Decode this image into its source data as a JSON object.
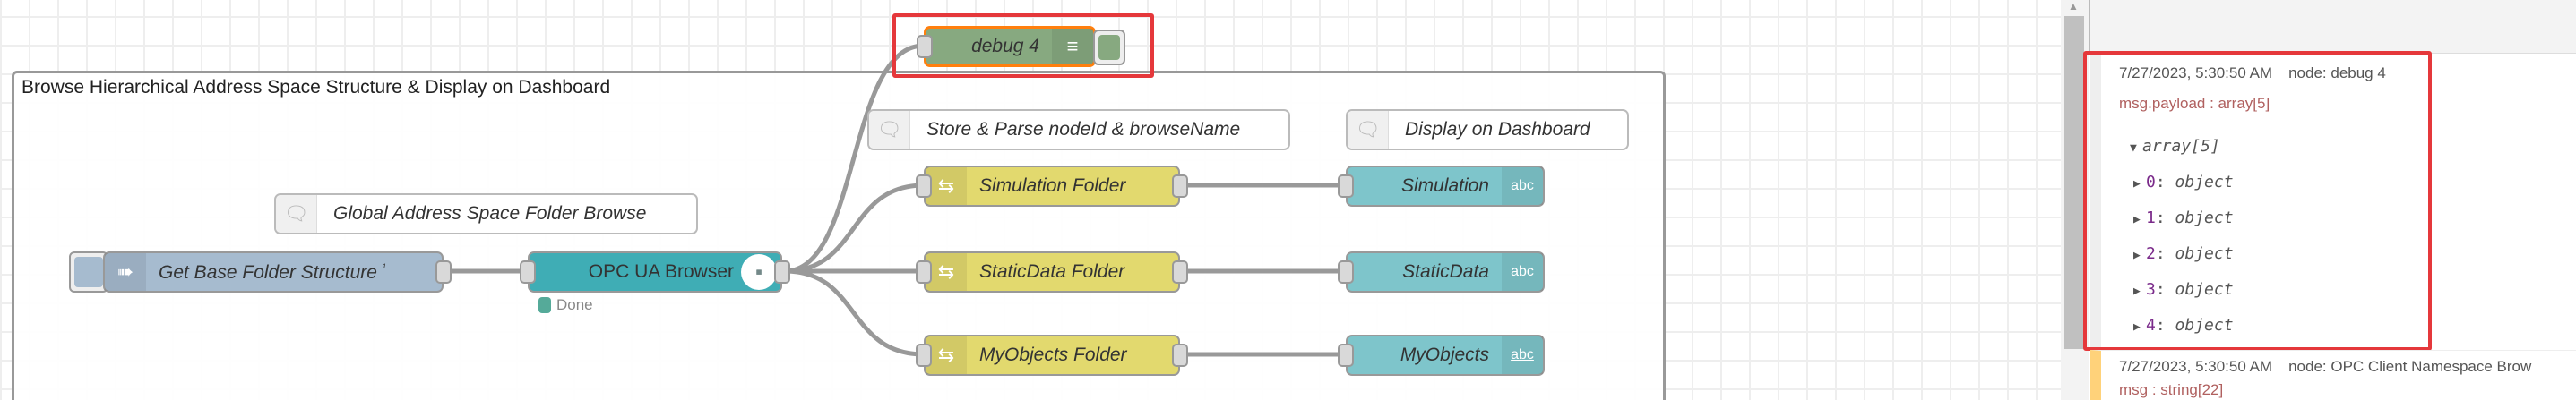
{
  "flow": {
    "group_title": "Browse Hierarchical Address Space Structure & Display on Dashboard",
    "comments": [
      "Global Address Space Folder Browse",
      "Store & Parse nodeId & browseName",
      "Display on Dashboard"
    ],
    "inject": {
      "label": "Get Base Folder Structure",
      "suffix": "¹",
      "icon": "arrow-right-icon"
    },
    "browser": {
      "label": "OPC UA Browser",
      "status": "Done",
      "status_color": "#5a9"
    },
    "debug": {
      "label": "debug 4",
      "icon": "list-icon"
    },
    "change_nodes": [
      "Simulation Folder",
      "StaticData Folder",
      "MyObjects Folder"
    ],
    "text_nodes": [
      "Simulation",
      "StaticData",
      "MyObjects"
    ],
    "text_icon": "abc"
  },
  "colors": {
    "inject": "#a6bbcf",
    "browser": "#3fadb5",
    "debug": "#87a980",
    "change": "#e2d96e",
    "text": "#7ec5cb",
    "highlight": "#e5383b",
    "selected": "#ff7f0e"
  },
  "debug_panel": {
    "messages": [
      {
        "time": "7/27/2023, 5:30:50 AM",
        "node": "node: debug 4",
        "prop": "msg.payload : array[5]",
        "root": "array[5]",
        "items": [
          {
            "k": "0",
            "v": "object"
          },
          {
            "k": "1",
            "v": "object"
          },
          {
            "k": "2",
            "v": "object"
          },
          {
            "k": "3",
            "v": "object"
          },
          {
            "k": "4",
            "v": "object"
          }
        ]
      },
      {
        "time": "7/27/2023, 5:30:50 AM",
        "node": "node: OPC Client Namespace Brow",
        "prop": "msg : string[22]"
      }
    ]
  }
}
